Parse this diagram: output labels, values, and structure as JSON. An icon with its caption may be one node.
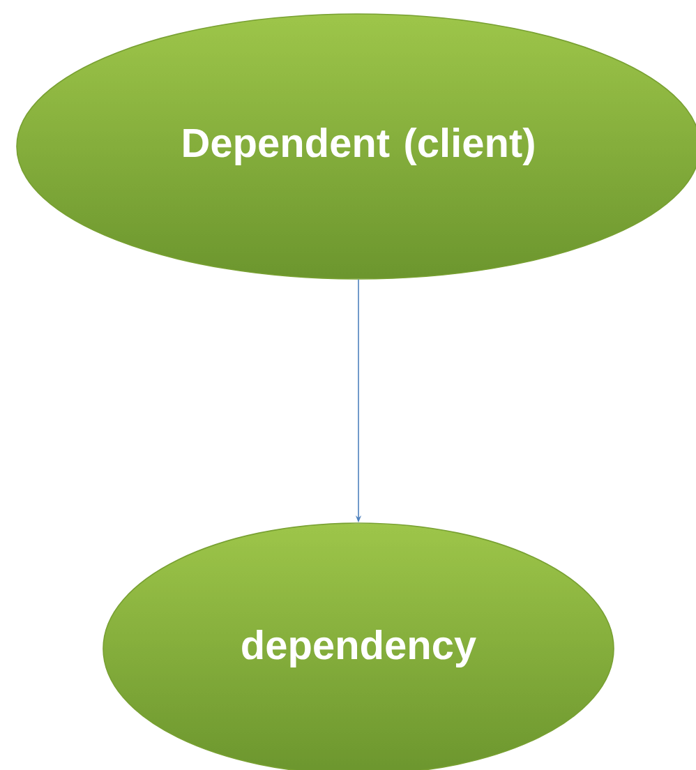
{
  "diagram": {
    "nodes": [
      {
        "text": [
          "Dependent (client)"
        ]
      },
      {
        "text": [
          "dependency"
        ]
      }
    ],
    "edges": [
      {
        "from": 0,
        "to": 1,
        "arrow": "to"
      }
    ]
  }
}
